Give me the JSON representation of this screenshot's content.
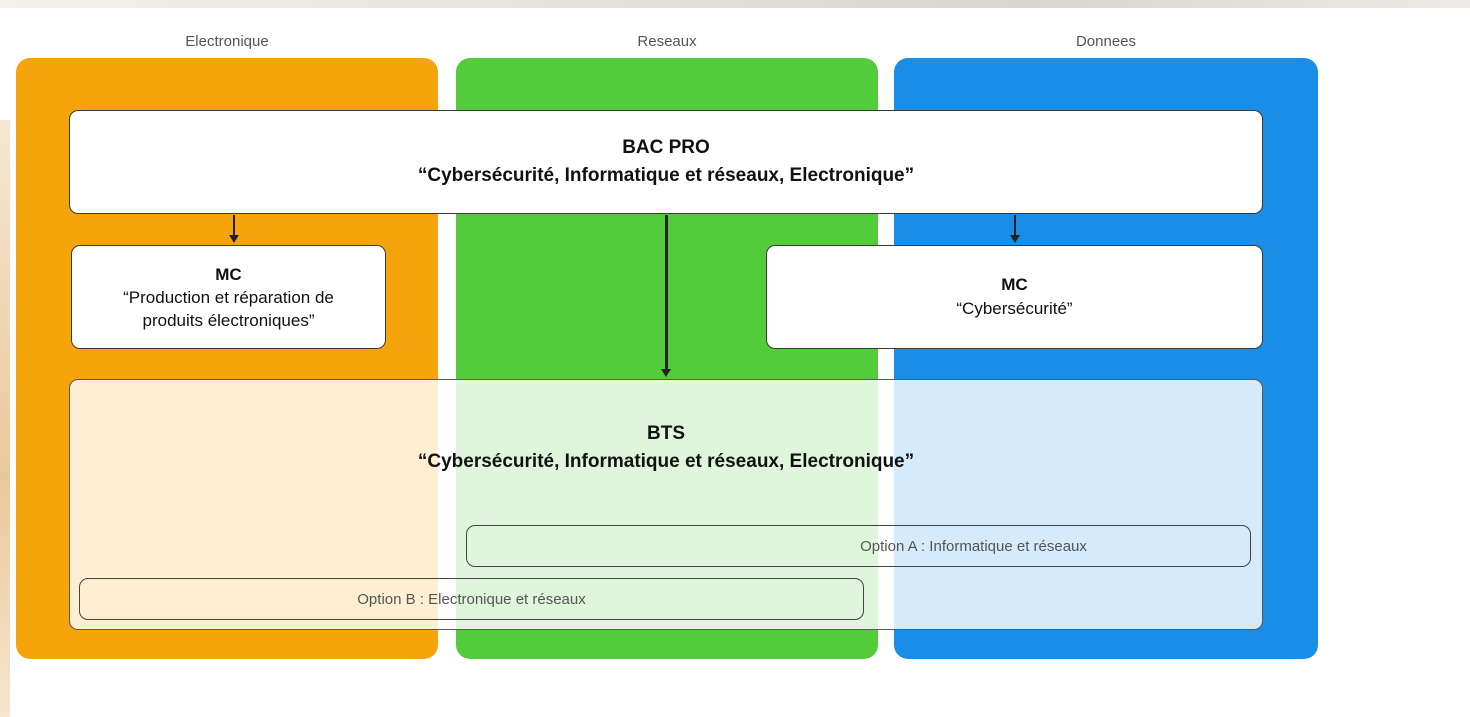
{
  "columns": [
    {
      "title": "Electronique",
      "color": "#f6a40b"
    },
    {
      "title": "Reseaux",
      "color": "#53cc3c"
    },
    {
      "title": "Donnees",
      "color": "#1a8de6"
    }
  ],
  "bac_pro": {
    "title": "BAC PRO",
    "subtitle": "“Cybersécurité, Informatique et réseaux, Electronique”"
  },
  "mc_left": {
    "title": "MC",
    "line1": "“Production et réparation de",
    "line2": "produits électroniques”"
  },
  "mc_right": {
    "title": "MC",
    "subtitle": "“Cybersécurité”"
  },
  "bts": {
    "title": "BTS",
    "subtitle": "“Cybersécurité, Informatique et réseaux, Electronique”",
    "option_a": "Option A : Informatique et réseaux",
    "option_b": "Option B : Electronique et réseaux"
  }
}
